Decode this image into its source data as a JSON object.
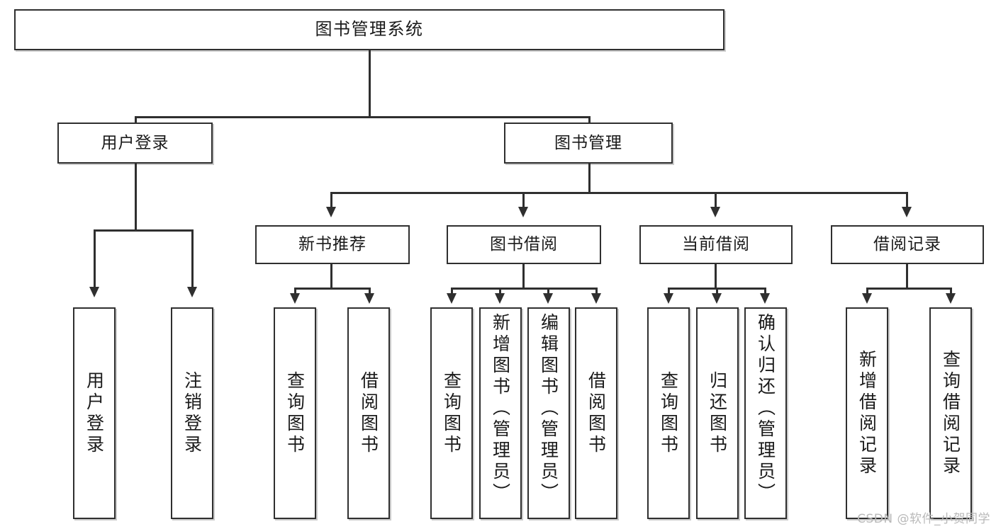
{
  "diagram": {
    "title": "图书管理系统",
    "type": "tree-hierarchy-chart",
    "background_color": "#ffffff",
    "line_color": "#2f2f2f",
    "text_color": "#1a1a1a"
  },
  "nodes": {
    "root": {
      "label": "图书管理系统",
      "level": 1
    },
    "user_login": {
      "label": "用户登录",
      "level": 2
    },
    "book_manage": {
      "label": "图书管理",
      "level": 2
    },
    "new_book_rec": {
      "label": "新书推荐",
      "level": 3
    },
    "book_borrow": {
      "label": "图书借阅",
      "level": 3
    },
    "current_borrow": {
      "label": "当前借阅",
      "level": 3
    },
    "borrow_record": {
      "label": "借阅记录",
      "level": 3
    },
    "leaf_user_login": {
      "label": "用户登录",
      "level": 4
    },
    "leaf_logout": {
      "label": "注销登录",
      "level": 4
    },
    "leaf_query_book_1": {
      "label": "查询图书",
      "level": 4
    },
    "leaf_borrow_book_1": {
      "label": "借阅图书",
      "level": 4
    },
    "leaf_query_book_2": {
      "label": "查询图书",
      "level": 4
    },
    "leaf_add_book": {
      "label": "新增图书（管理员）",
      "level": 4
    },
    "leaf_edit_book": {
      "label": "编辑图书（管理员）",
      "level": 4
    },
    "leaf_borrow_book_2": {
      "label": "借阅图书",
      "level": 4
    },
    "leaf_query_book_3": {
      "label": "查询图书",
      "level": 4
    },
    "leaf_return_book": {
      "label": "归还图书",
      "level": 4
    },
    "leaf_confirm_return": {
      "label": "确认归还（管理员）",
      "level": 4
    },
    "leaf_add_record": {
      "label": "新增借阅记录",
      "level": 4
    },
    "leaf_query_record": {
      "label": "查询借阅记录",
      "level": 4
    }
  },
  "watermark": {
    "text": "CSDN @软件_小贺同学"
  }
}
